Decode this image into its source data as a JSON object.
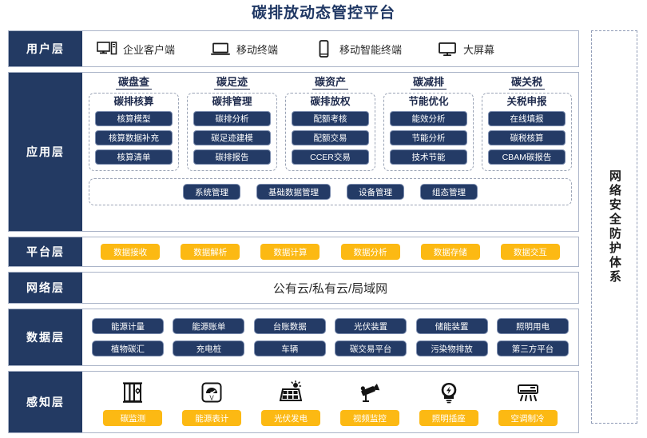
{
  "title": "碳排放动态管控平台",
  "colors": {
    "navy": "#233a63",
    "chip_navy": "#243b66",
    "yellow": "#fcb913",
    "title_navy": "#203864",
    "border": "#aab4c8"
  },
  "sidebar": {
    "label": "网络安全防护体系"
  },
  "layers": {
    "user": {
      "label": "用户层",
      "items": [
        {
          "icon": "desktop-tower-icon",
          "label": "企业客户端"
        },
        {
          "icon": "laptop-icon",
          "label": "移动终端"
        },
        {
          "icon": "smartphone-icon",
          "label": "移动智能终端"
        },
        {
          "icon": "monitor-icon",
          "label": "大屏幕"
        }
      ]
    },
    "application": {
      "label": "应用层",
      "groups": [
        {
          "title": "碳盘查",
          "subtitle": "碳排核算",
          "items": [
            "核算模型",
            "核算数据补充",
            "核算清单"
          ]
        },
        {
          "title": "碳足迹",
          "subtitle": "碳排管理",
          "items": [
            "碳排分析",
            "碳足迹建模",
            "碳排报告"
          ]
        },
        {
          "title": "碳资产",
          "subtitle": "碳排放权",
          "items": [
            "配额考核",
            "配额交易",
            "CCER交易"
          ]
        },
        {
          "title": "碳减排",
          "subtitle": "节能优化",
          "items": [
            "能效分析",
            "节能分析",
            "技术节能"
          ]
        },
        {
          "title": "碳关税",
          "subtitle": "关税申报",
          "items": [
            "在线填报",
            "碳税核算",
            "CBAM碳报告"
          ]
        }
      ],
      "management": [
        "系统管理",
        "基础数据管理",
        "设备管理",
        "组态管理"
      ]
    },
    "platform": {
      "label": "平台层",
      "items": [
        "数据接收",
        "数据解析",
        "数据计算",
        "数据分析",
        "数据存储",
        "数据交互"
      ]
    },
    "network": {
      "label": "网络层",
      "text": "公有云/私有云/局域网"
    },
    "data": {
      "label": "数据层",
      "row1": [
        "能源计量",
        "能源账单",
        "台账数据",
        "光伏装置",
        "储能装置",
        "照明用电"
      ],
      "row2": [
        "植物碳汇",
        "充电桩",
        "车辆",
        "碳交易平台",
        "污染物排放",
        "第三方平台"
      ]
    },
    "perception": {
      "label": "感知层",
      "items": [
        {
          "icon": "carbon-cabinet-icon",
          "label": "碳监测"
        },
        {
          "icon": "gauge-meter-icon",
          "label": "能源表计"
        },
        {
          "icon": "solar-panel-icon",
          "label": "光伏发电"
        },
        {
          "icon": "cctv-camera-icon",
          "label": "视频监控"
        },
        {
          "icon": "light-bulb-icon",
          "label": "照明插座"
        },
        {
          "icon": "air-conditioner-icon",
          "label": "空调制冷"
        }
      ]
    }
  }
}
